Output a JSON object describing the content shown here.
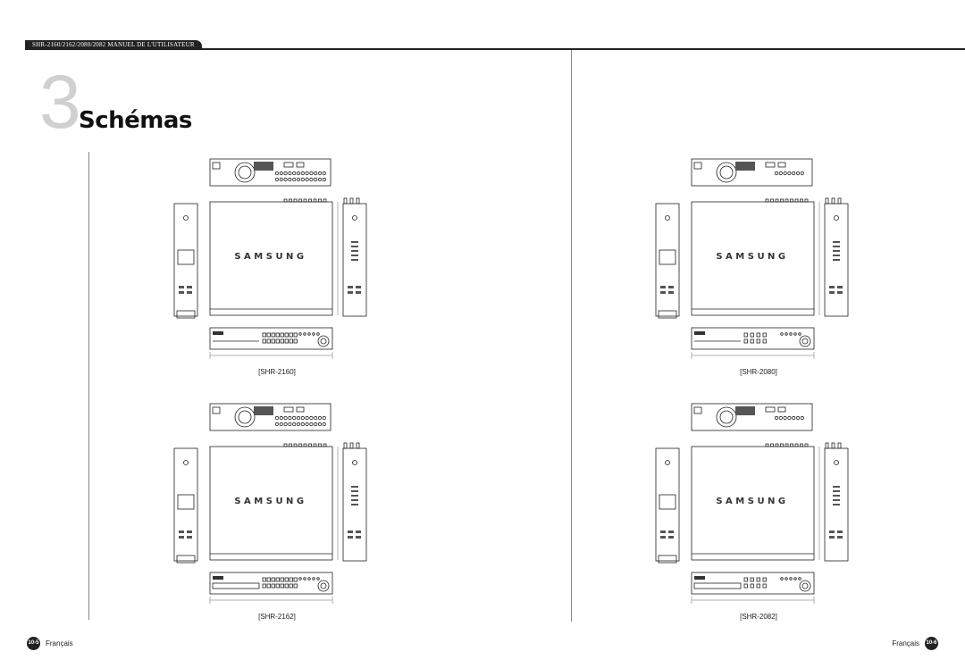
{
  "header": {
    "manual_title": "SHR-2160/2162/2080/2082 MANUEL DE L'UTILISATEUR"
  },
  "chapter": {
    "number": "3",
    "title": "Schémas"
  },
  "drawings": [
    {
      "model": "[SHR-2160]",
      "brand": "SAMSUNG",
      "front_channels": 16,
      "rear_connector_rows": 2,
      "has_disc_slot": false
    },
    {
      "model": "[SHR-2080]",
      "brand": "SAMSUNG",
      "front_channels": 8,
      "rear_connector_rows": 1,
      "has_disc_slot": false
    },
    {
      "model": "[SHR-2162]",
      "brand": "SAMSUNG",
      "front_channels": 16,
      "rear_connector_rows": 2,
      "has_disc_slot": true
    },
    {
      "model": "[SHR-2082]",
      "brand": "SAMSUNG",
      "front_channels": 8,
      "rear_connector_rows": 1,
      "has_disc_slot": true
    }
  ],
  "footer": {
    "left": {
      "page": "10-5",
      "language": "Français"
    },
    "right": {
      "page": "10-6",
      "language": "Français"
    }
  },
  "colors": {
    "ink": "#222222",
    "chapter_number": "#d0d0d0",
    "line": "#888888"
  }
}
